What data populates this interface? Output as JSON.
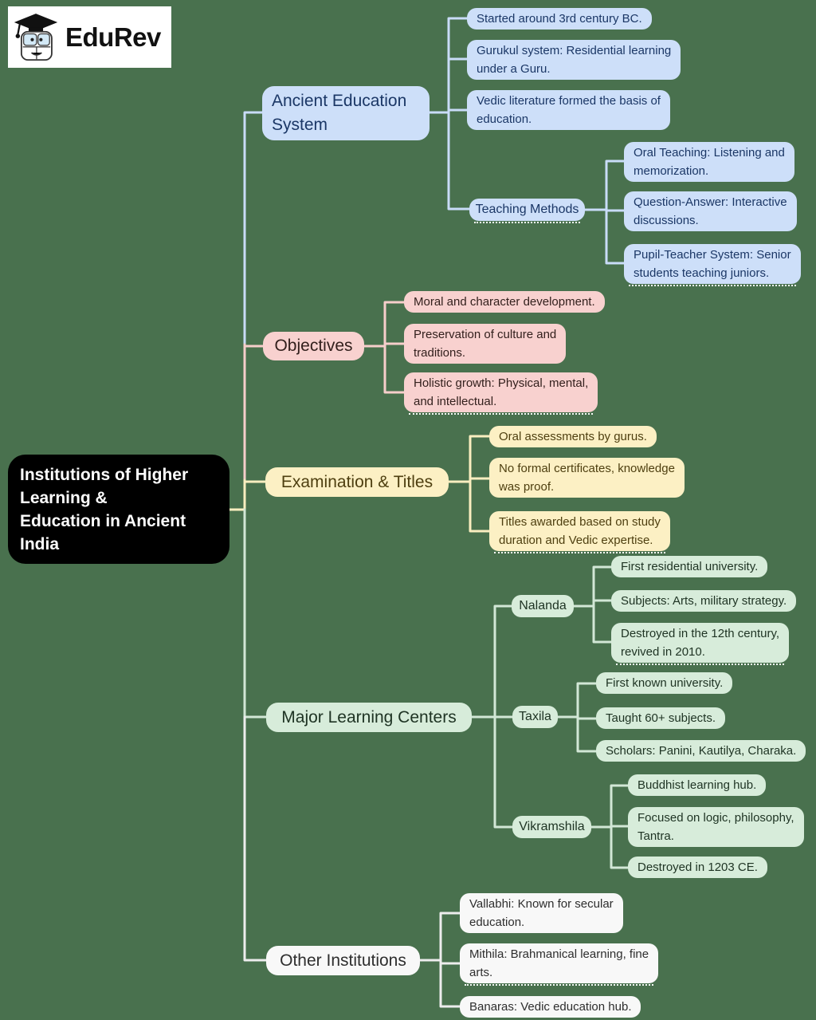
{
  "logo": {
    "brand": "EduRev"
  },
  "colors": {
    "background": "#49714e",
    "root_bg": "#000000",
    "root_text": "#ffffff",
    "blue_fill": "#cddff9",
    "blue_line": "#c9dcf8",
    "blue_text": "#1b3766",
    "pink_fill": "#f8d1cf",
    "pink_line": "#f6cecb",
    "pink_text": "#33201d",
    "yellow_fill": "#fcf0c4",
    "yellow_line": "#faeec0",
    "yellow_text": "#4e3f10",
    "green_fill": "#d7ecda",
    "green_line": "#d2e7d6",
    "green_text": "#1e3323",
    "gray_fill": "#f8f8f8",
    "gray_line": "#ededed",
    "gray_text": "#2e2e2e"
  },
  "mindmap": {
    "root_label": "Institutions of Higher\nLearning &\nEducation in Ancient\nIndia",
    "branches": [
      {
        "label": "Ancient Education\nSystem",
        "color": "#cddff9",
        "children": [
          {
            "label": "Started around 3rd century BC."
          },
          {
            "label": "Gurukul system: Residential learning\nunder a Guru."
          },
          {
            "label": "Vedic literature formed the basis of\neducation."
          },
          {
            "label": "Teaching Methods",
            "children": [
              {
                "label": "Oral Teaching: Listening and\nmemorization."
              },
              {
                "label": "Question-Answer: Interactive\ndiscussions."
              },
              {
                "label": "Pupil-Teacher System: Senior\nstudents teaching juniors."
              }
            ]
          }
        ]
      },
      {
        "label": "Objectives",
        "color": "#f8d1cf",
        "children": [
          {
            "label": "Moral and character development."
          },
          {
            "label": "Preservation of culture and\ntraditions."
          },
          {
            "label": "Holistic growth: Physical, mental,\nand intellectual."
          }
        ]
      },
      {
        "label": "Examination & Titles",
        "color": "#fcf0c4",
        "children": [
          {
            "label": "Oral assessments by gurus."
          },
          {
            "label": "No formal certificates, knowledge\nwas proof."
          },
          {
            "label": "Titles awarded based on study\nduration and Vedic expertise."
          }
        ]
      },
      {
        "label": "Major Learning Centers",
        "color": "#d7ecda",
        "children": [
          {
            "label": "Nalanda",
            "children": [
              {
                "label": "First residential university."
              },
              {
                "label": "Subjects: Arts, military strategy."
              },
              {
                "label": "Destroyed in the 12th century,\nrevived in 2010."
              }
            ]
          },
          {
            "label": "Taxila",
            "children": [
              {
                "label": "First known university."
              },
              {
                "label": "Taught 60+ subjects."
              },
              {
                "label": "Scholars: Panini, Kautilya, Charaka."
              }
            ]
          },
          {
            "label": "Vikramshila",
            "children": [
              {
                "label": "Buddhist learning hub."
              },
              {
                "label": "Focused on logic, philosophy,\nTantra."
              },
              {
                "label": "Destroyed in 1203 CE."
              }
            ]
          }
        ]
      },
      {
        "label": "Other Institutions",
        "color": "#f8f8f8",
        "children": [
          {
            "label": "Vallabhi: Known for secular\neducation."
          },
          {
            "label": "Mithila: Brahmanical learning, fine\narts."
          },
          {
            "label": "Banaras: Vedic education hub."
          }
        ]
      }
    ]
  }
}
